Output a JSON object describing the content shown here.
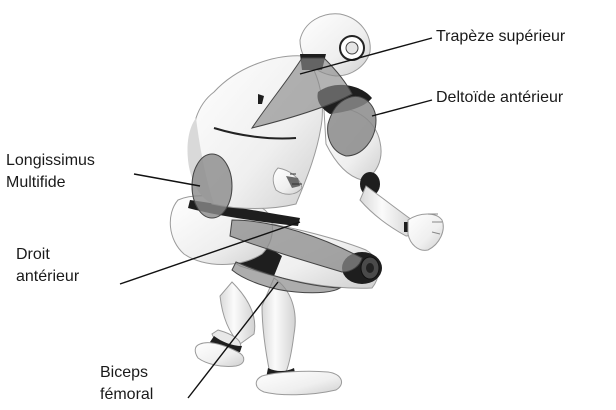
{
  "labels": {
    "trapeze": "Trapèze supérieur",
    "deltoide": "Deltoïde antérieur",
    "longissimus": [
      "Longissimus",
      "Multifide"
    ],
    "droit": [
      "Droit",
      "antérieur"
    ],
    "biceps": [
      "Biceps",
      "fémoral"
    ]
  },
  "colors": {
    "muscle_fill": "#8a8a8a",
    "body_fill": "#f4f4f4",
    "body_shade": "#d6d6d6",
    "joint": "#1e1e1e",
    "leader": "#111111"
  },
  "icons": {
    "figure": "robot-mannequin-crouching"
  }
}
